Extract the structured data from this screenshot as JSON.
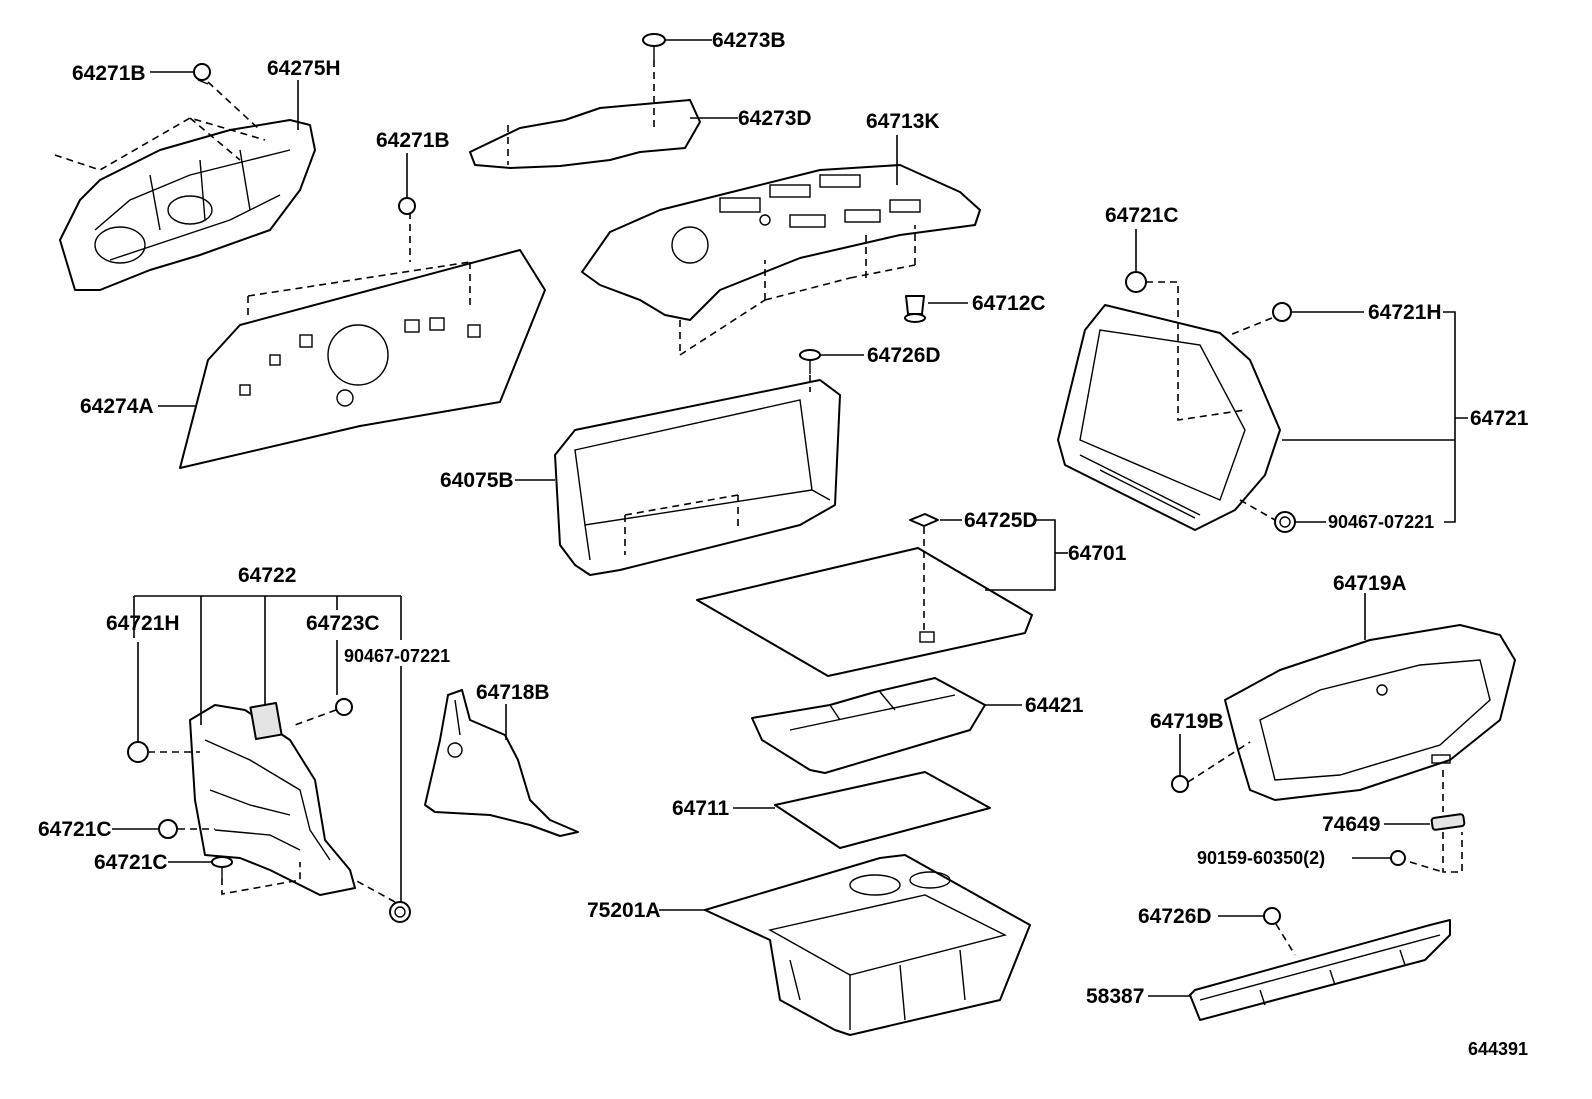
{
  "diagram": {
    "figure_number": "644391",
    "labels": {
      "p64271B_a": "64271B",
      "p64275H": "64275H",
      "p64271B_b": "64271B",
      "p64274A": "64274A",
      "p64273B": "64273B",
      "p64273D": "64273D",
      "p64713K": "64713K",
      "p64712C": "64712C",
      "p64726D_a": "64726D",
      "p64075B": "64075B",
      "p64721C_a": "64721C",
      "p64721H_a": "64721H",
      "p64721": "64721",
      "p90467_a": "90467-07221",
      "p64725D": "64725D",
      "p64701": "64701",
      "p64421": "64421",
      "p64711": "64711",
      "p75201A": "75201A",
      "p64722": "64722",
      "p64721H_b": "64721H",
      "p64723C": "64723C",
      "p90467_b": "90467-07221",
      "p64718B": "64718B",
      "p64721C_b": "64721C",
      "p64721C_c": "64721C",
      "p64719A": "64719A",
      "p64719B": "64719B",
      "p74649": "74649",
      "p90159": "90159-60350(2)",
      "p64726D_b": "64726D",
      "p58387": "58387"
    }
  }
}
